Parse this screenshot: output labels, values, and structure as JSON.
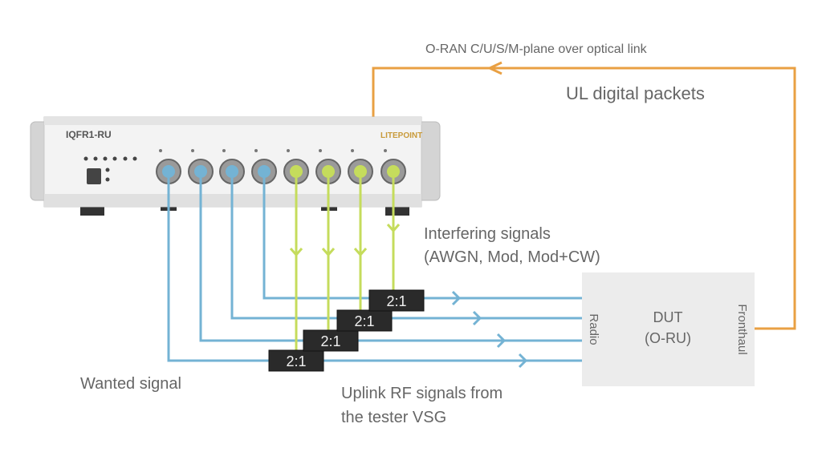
{
  "device": {
    "model": "IQFR1-RU",
    "brand": "LITEPOINT"
  },
  "labels": {
    "link": "O-RAN C/U/S/M-plane over optical link",
    "ul_packets": "UL digital packets",
    "interfering_1": "Interfering signals",
    "interfering_2": "(AWGN, Mod, Mod+CW)",
    "wanted": "Wanted signal",
    "uplink_1": "Uplink RF signals from",
    "uplink_2": "the tester VSG"
  },
  "combiners": [
    "2:1",
    "2:1",
    "2:1",
    "2:1"
  ],
  "dut": {
    "title": "DUT",
    "subtitle": "(O-RU)",
    "left_port": "Radio",
    "right_port": "Fronthaul"
  },
  "colors": {
    "wanted": "#74b3d4",
    "interfering": "#c5dc5c",
    "optical": "#e9a043",
    "combiner": "#2a2a2a",
    "dut": "#ececec"
  }
}
